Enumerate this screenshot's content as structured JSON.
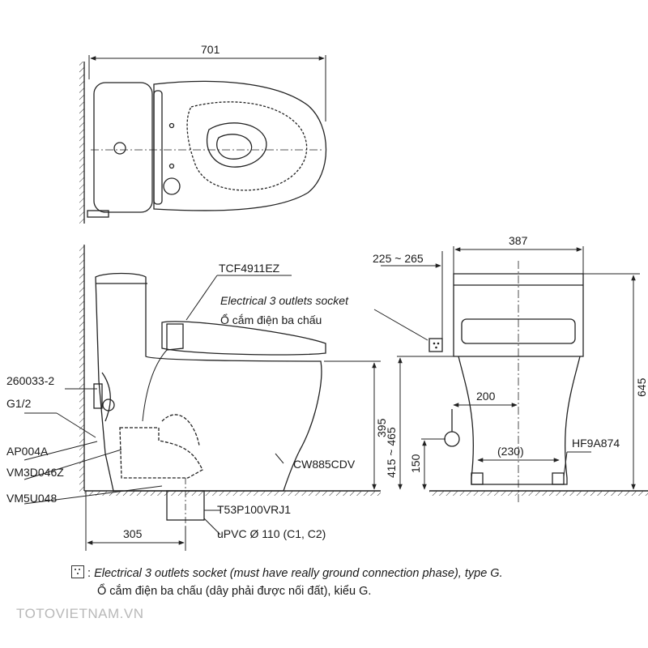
{
  "top_view": {
    "dim_width": "701"
  },
  "side_view": {
    "seat_model": "TCF4911EZ",
    "socket_label_en": "Electrical 3 outlets socket",
    "socket_label_vi": "Ổ cắm điện ba chấu",
    "parts_left": [
      "260033-2",
      "G1/2",
      "AP004A",
      "VM3D046Z",
      "VM5U048"
    ],
    "bowl_model": "CW885CDV",
    "outlet_model": "T53P100VRJ1",
    "pipe_label": "uPVC Ø 110 (C1, C2)",
    "dim_bottom": "305",
    "dim_bowl_height": "395",
    "dim_seat_height": "415 ~ 465"
  },
  "front_view": {
    "dim_socket_offset": "225 ~ 265",
    "dim_width": "387",
    "dim_height": "645",
    "dim_supply": "200",
    "dim_feet": "(230)",
    "dim_supply_height": "150",
    "fixing_model": "HF9A874"
  },
  "note": {
    "line1_en": "Electrical 3 outlets socket (must have really ground connection phase), type G.",
    "line2_vi": "Ổ cắm điện ba chấu (dây phải được nối đất), kiểu G."
  },
  "watermark": "TOTOVIETNAM.VN"
}
